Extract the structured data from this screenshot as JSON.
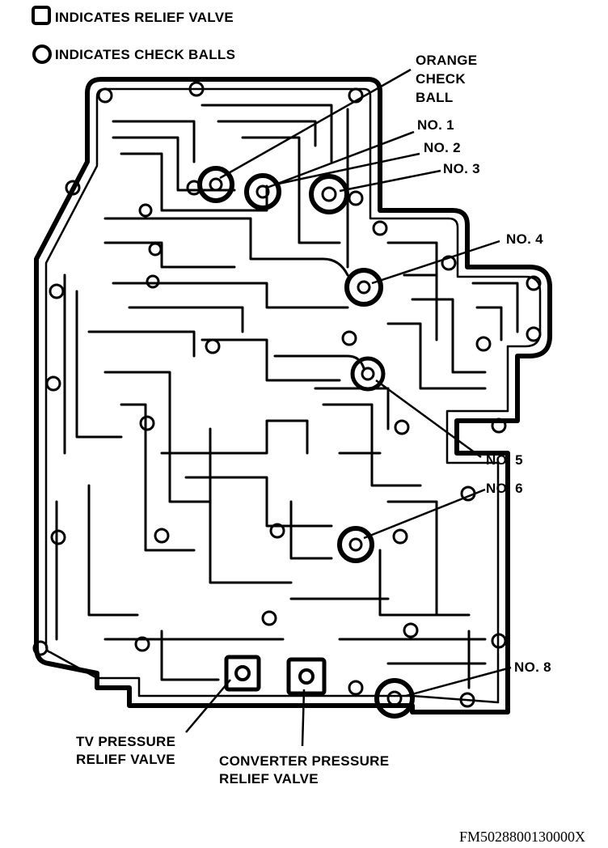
{
  "legend": {
    "relief_valve": "INDICATES RELIEF VALVE",
    "check_balls": "INDICATES CHECK BALLS"
  },
  "callouts": {
    "orange": [
      "ORANGE",
      "CHECK",
      "BALL"
    ],
    "no1": "NO. 1",
    "no2": "NO. 2",
    "no3": "NO. 3",
    "no4": "NO. 4",
    "no5": "NO. 5",
    "no6": "NO. 6",
    "no8": "NO. 8",
    "tv": [
      "TV PRESSURE",
      "RELIEF VALVE"
    ],
    "converter": [
      "CONVERTER PRESSURE",
      "RELIEF VALVE"
    ]
  },
  "figure_code": "FM5028800130000X",
  "icons": {
    "relief_valve": "square-outline-icon",
    "check_ball": "circle-outline-icon"
  }
}
